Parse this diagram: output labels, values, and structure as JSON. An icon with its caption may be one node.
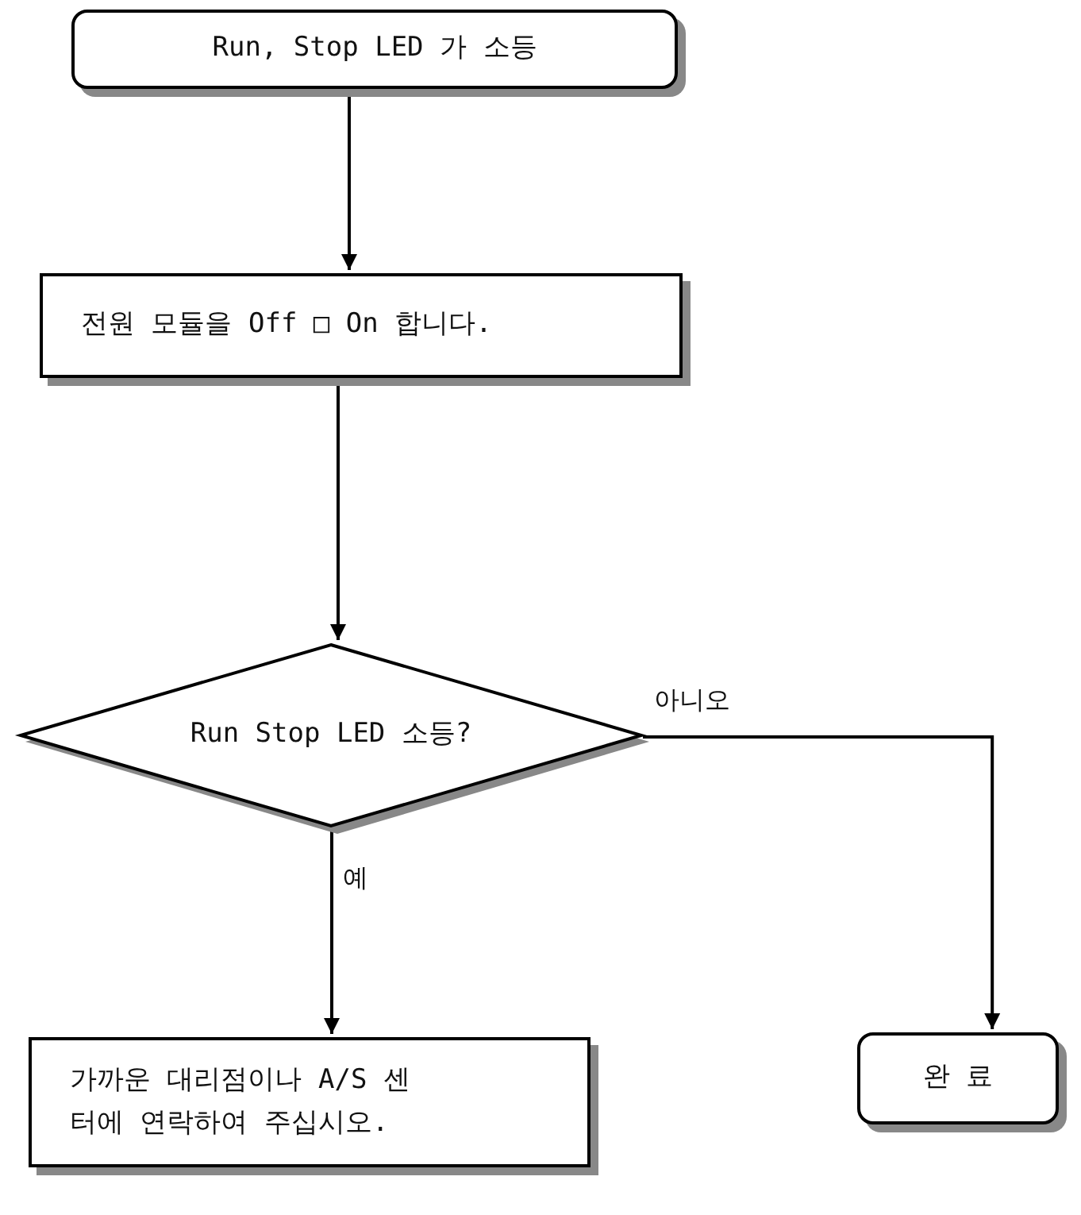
{
  "diagram": {
    "nodes": [
      {
        "text": [
          "Run, Stop LED 가 소등"
        ]
      },
      {
        "text": [
          "전원 모듈을 Off □ On 합니다."
        ]
      },
      {
        "text": [
          "Run Stop LED 소등?"
        ]
      },
      {
        "text": [
          "가까운 대리점이나 A/S 센터에 연락하여 주십시오."
        ]
      },
      {
        "text": [
          "완 료"
        ]
      }
    ],
    "edges": [
      {
        "from": 0,
        "to": 1,
        "arrow": "to"
      },
      {
        "from": 1,
        "to": 2,
        "arrow": "to"
      },
      {
        "from": 2,
        "to": 3,
        "arrow": "to",
        "label": "예"
      },
      {
        "from": 2,
        "to": 4,
        "arrow": "to",
        "label": "아니오"
      }
    ]
  }
}
